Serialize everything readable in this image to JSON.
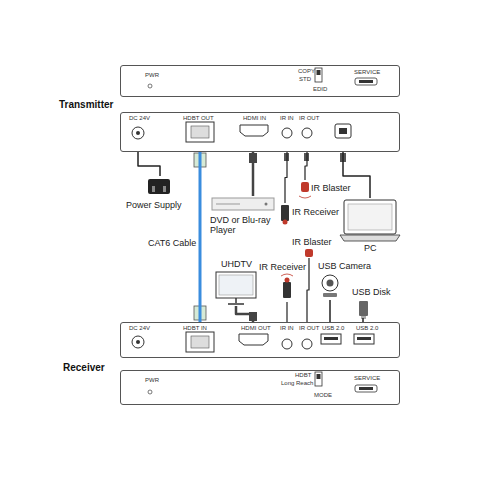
{
  "diagram": {
    "nodes": [
      {
        "text": [
          "PWR",
          "COPY",
          "STD",
          "EDID",
          "SERVICE"
        ]
      },
      {
        "text": [
          "Transmitter",
          "DC 24V",
          "HDBT OUT",
          "HDMI IN",
          "IR IN",
          "IR OUT"
        ]
      },
      {
        "text": [
          "Power Supply"
        ]
      },
      {
        "text": [
          "IR Blaster"
        ]
      },
      {
        "text": [
          "IR Receiver"
        ]
      },
      {
        "text": [
          "DVD or Blu-ray Player"
        ]
      },
      {
        "text": [
          "PC"
        ]
      },
      {
        "text": [
          "IR Blaster"
        ]
      },
      {
        "text": [
          "UHDTV"
        ]
      },
      {
        "text": [
          "IR Receiver"
        ]
      },
      {
        "text": [
          "USB Camera"
        ]
      },
      {
        "text": [
          "USB Disk"
        ]
      },
      {
        "text": [
          "DC 24V",
          "HDBT IN",
          "HDMI OUT",
          "IR IN",
          "IR OUT",
          "USB 2.0",
          "USB 2.0",
          "Receiver"
        ]
      },
      {
        "text": [
          "PWR",
          "HDBT",
          "Long Reach",
          "MODE",
          "SERVICE"
        ]
      }
    ],
    "edges": [
      {
        "from": 2,
        "to": 1,
        "arrow": "none"
      },
      {
        "from": 5,
        "to": 1,
        "arrow": "none"
      },
      {
        "from": 4,
        "to": 1,
        "arrow": "none"
      },
      {
        "from": 3,
        "to": 1,
        "arrow": "none"
      },
      {
        "from": 6,
        "to": 1,
        "arrow": "none"
      },
      {
        "from": 1,
        "to": 12,
        "label": "CAT6 Cable",
        "arrow": "none"
      },
      {
        "from": 8,
        "to": 12,
        "arrow": "none"
      },
      {
        "from": 9,
        "to": 12,
        "arrow": "none"
      },
      {
        "from": 7,
        "to": 12,
        "arrow": "none"
      },
      {
        "from": 10,
        "to": 12,
        "arrow": "none"
      },
      {
        "from": 11,
        "to": 12,
        "arrow": "none"
      }
    ]
  }
}
